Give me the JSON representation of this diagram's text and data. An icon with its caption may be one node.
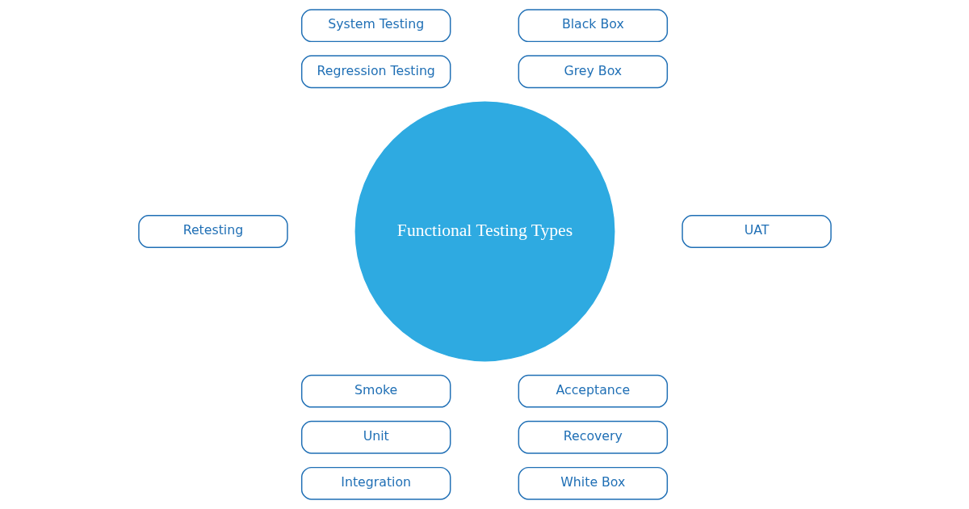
{
  "diagram": {
    "nodes": [
      {
        "text": [
          "Functional Testing Types"
        ]
      },
      {
        "text": [
          "System Testing"
        ]
      },
      {
        "text": [
          "Regression Testing"
        ]
      },
      {
        "text": [
          "Retesting"
        ]
      },
      {
        "text": [
          "Smoke"
        ]
      },
      {
        "text": [
          "Unit"
        ]
      },
      {
        "text": [
          "Integration"
        ]
      },
      {
        "text": [
          "Black Box"
        ]
      },
      {
        "text": [
          "Grey Box"
        ]
      },
      {
        "text": [
          "UAT"
        ]
      },
      {
        "text": [
          "Acceptance"
        ]
      },
      {
        "text": [
          "Recovery"
        ]
      },
      {
        "text": [
          "White Box"
        ]
      }
    ],
    "edges": []
  }
}
